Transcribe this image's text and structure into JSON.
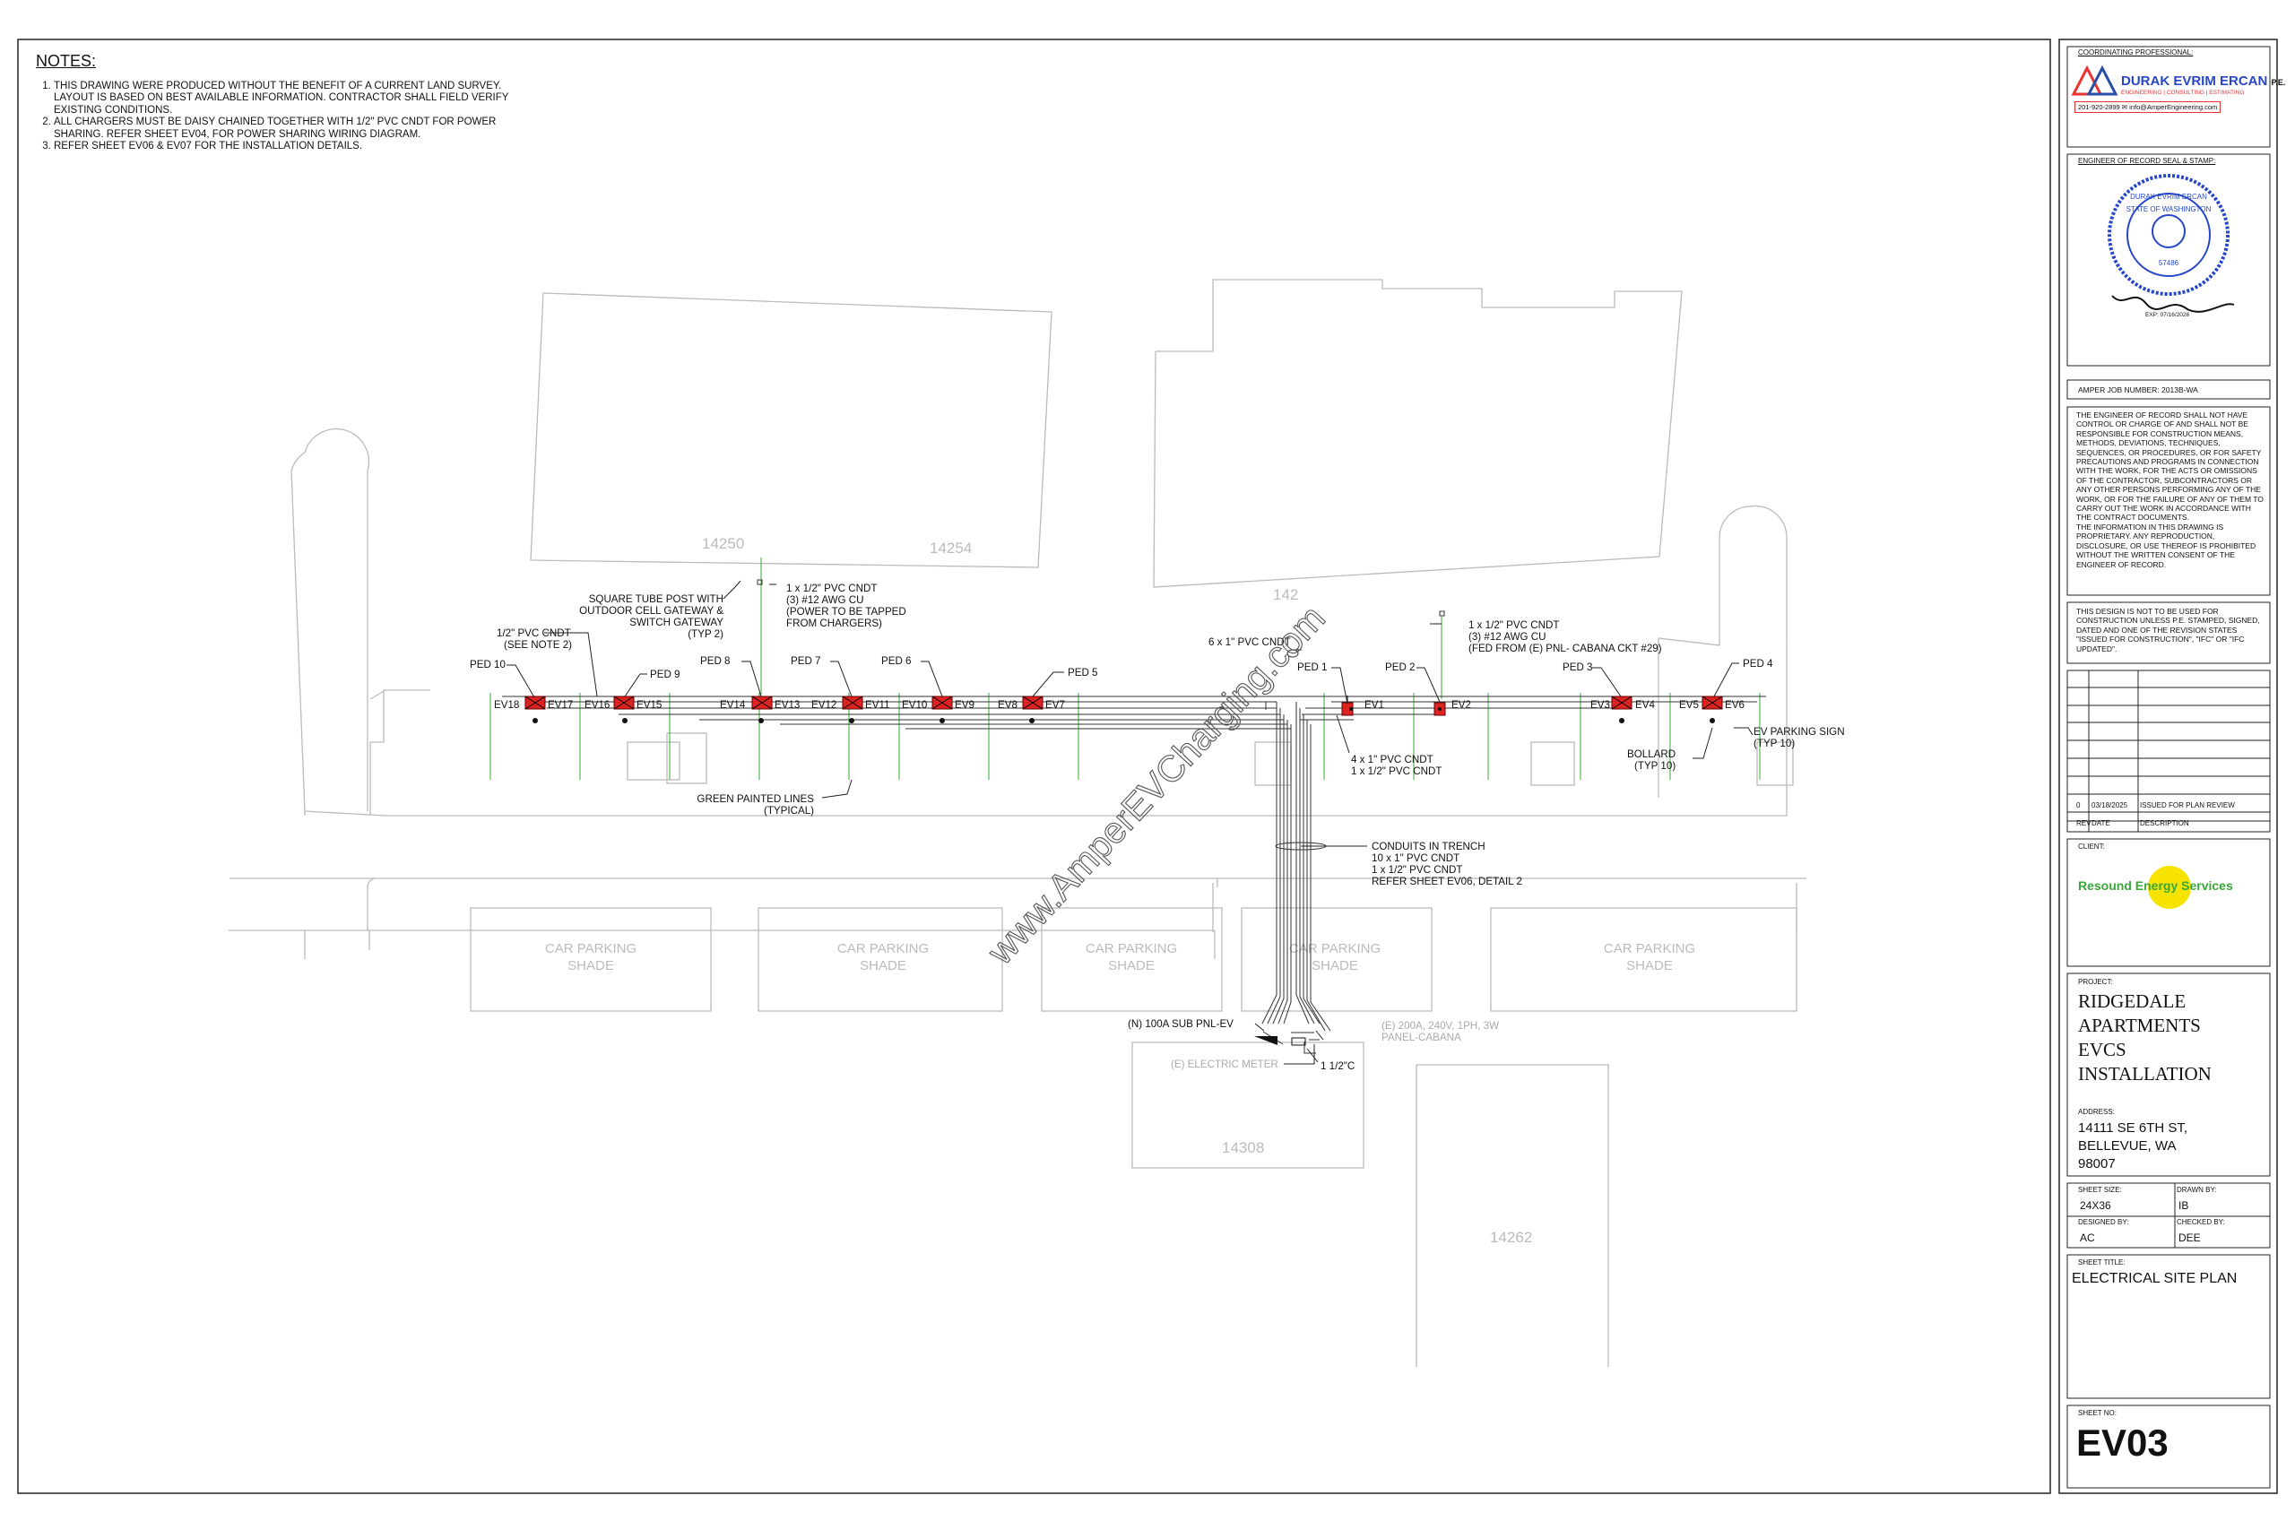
{
  "notes": {
    "heading": "NOTES:",
    "items": [
      "THIS DRAWING WERE PRODUCED WITHOUT THE BENEFIT OF A CURRENT LAND SURVEY. LAYOUT IS BASED ON BEST AVAILABLE INFORMATION. CONTRACTOR SHALL FIELD VERIFY EXISTING CONDITIONS.",
      "ALL CHARGERS MUST BE DAISY CHAINED TOGETHER WITH 1/2\" PVC CNDT FOR POWER SHARING. REFER SHEET EV04, FOR POWER SHARING WIRING DIAGRAM.",
      "REFER SHEET EV06 & EV07 FOR THE INSTALLATION DETAILS."
    ]
  },
  "watermark": "www.AmperEVCharging.com",
  "buildings": {
    "b14250": "14250",
    "b14254": "14254",
    "b142xx": "142",
    "b14308": "14308",
    "b14262": "14262"
  },
  "shade_label": [
    "CAR PARKING",
    "SHADE"
  ],
  "chargers": [
    "EV1",
    "EV2",
    "EV3",
    "EV4",
    "EV5",
    "EV6",
    "EV7",
    "EV8",
    "EV9",
    "EV10",
    "EV11",
    "EV12",
    "EV13",
    "EV14",
    "EV15",
    "EV16",
    "EV17",
    "EV18"
  ],
  "peds": [
    "PED 1",
    "PED 2",
    "PED 3",
    "PED 4",
    "PED 5",
    "PED 6",
    "PED 7",
    "PED 8",
    "PED 9",
    "PED 10"
  ],
  "callouts": {
    "sq_tube": [
      "SQUARE TUBE POST WITH",
      "OUTDOOR CELL GATEWAY &",
      "SWITCH GATEWAY",
      "(TYP 2)"
    ],
    "pvc_left": [
      "1 x 1/2\" PVC CNDT",
      "(3) #12 AWG CU",
      "(POWER TO BE TAPPED",
      "FROM CHARGERS)"
    ],
    "pvc_half": [
      "1/2\" PVC CNDT",
      "(SEE NOTE 2)"
    ],
    "six_pvc": "6 x 1\" PVC CNDT",
    "pvc_right": [
      "1 x 1/2\" PVC CNDT",
      "(3) #12 AWG CU",
      "(FED FROM (E) PNL- CABANA CKT #29)"
    ],
    "four_pvc": [
      "4 x 1\" PVC CNDT",
      "1 x 1/2\" PVC CNDT"
    ],
    "green_lines": [
      "GREEN PAINTED LINES",
      "(TYPICAL)"
    ],
    "ev_sign": [
      "EV PARKING SIGN",
      "(TYP 10)"
    ],
    "bollard": [
      "BOLLARD",
      "(TYP 10)"
    ],
    "trench": [
      "CONDUITS IN TRENCH",
      "10 x 1\" PVC CNDT",
      "1 x 1/2\" PVC CNDT",
      "REFER SHEET EV06, DETAIL 2"
    ],
    "subpanel": "(N) 100A SUB PNL-EV",
    "exist_panel": [
      "(E) 200A, 240V, 1PH, 3W",
      "PANEL-CABANA"
    ],
    "meter": "(E) ELECTRIC METER",
    "one_half": "1 1/2\"C"
  },
  "title_block": {
    "coord_hdr": "COORDINATING PROFESSIONAL:",
    "firm_name": "DURAK EVRIM ERCAN",
    "firm_pe": "P.E.",
    "firm_sub": "ENGINEERING | CONSULTING | ESTIMATING",
    "firm_phone": "201-920-2899",
    "firm_email": "info@AmperEngineering.com",
    "seal_hdr": "ENGINEER OF RECORD SEAL & STAMP:",
    "seal_name": "DURAK EVRIM ERCAN",
    "seal_state": "STATE OF WASHINGTON",
    "seal_number": "57486",
    "seal_exp": "EXP: 07/16/2026",
    "job_number": "AMPER JOB NUMBER: 2013B-WA",
    "disclaimer": "THE ENGINEER OF RECORD SHALL NOT HAVE CONTROL OR CHARGE OF AND SHALL NOT BE RESPONSIBLE FOR CONSTRUCTION MEANS, METHODS, DEVIATIONS, TECHNIQUES, SEQUENCES, OR PROCEDURES, OR FOR SAFETY PRECAUTIONS AND PROGRAMS IN CONNECTION WITH THE WORK, FOR THE ACTS OR OMISSIONS OF THE CONTRACTOR, SUBCONTRACTORS OR ANY OTHER PERSONS PERFORMING ANY OF THE WORK, OR FOR THE FAILURE OF ANY OF THEM TO CARRY OUT THE WORK IN ACCORDANCE WITH THE CONTRACT DOCUMENTS.",
    "proprietary": "THE INFORMATION IN THIS DRAWING IS PROPRIETARY. ANY REPRODUCTION, DISCLOSURE, OR USE THEREOF IS PROHIBITED WITHOUT THE WRITTEN CONSENT OF THE ENGINEER OF RECORD.",
    "not_for_construction": "THIS DESIGN IS NOT TO BE USED FOR CONSTRUCTION UNLESS P.E. STAMPED, SIGNED, DATED AND ONE OF THE REVISION STATES \"ISSUED FOR CONSTRUCTION\", \"IFC\" OR \"IFC UPDATED\".",
    "revision": {
      "rev": "0",
      "date": "03/18/2025",
      "desc": "ISSUED FOR PLAN REVIEW"
    },
    "rev_headers": [
      "REV",
      "DATE",
      "DESCRIPTION"
    ],
    "client_hdr": "CLIENT:",
    "client_name_a": "Resound",
    "client_name_b": "Energy",
    "client_name_c": "Services",
    "project_hdr": "PROJECT:",
    "project_title": [
      "RIDGEDALE",
      "APARTMENTS",
      "EVCS",
      "INSTALLATION"
    ],
    "address_hdr": "ADDRESS:",
    "address": [
      "14111 SE 6TH ST,",
      "BELLEVUE, WA",
      "98007"
    ],
    "sheet_size_hdr": "SHEET SIZE:",
    "sheet_size": "24X36",
    "drawn_by_hdr": "DRAWN BY:",
    "drawn_by": "IB",
    "designed_by_hdr": "DESIGNED BY:",
    "designed_by": "AC",
    "checked_by_hdr": "CHECKED BY:",
    "checked_by": "DEE",
    "sheet_title_hdr": "SHEET TITLE:",
    "sheet_title": "ELECTRICAL SITE PLAN",
    "sheet_no_hdr": "SHEET NO:",
    "sheet_no": "EV03"
  }
}
